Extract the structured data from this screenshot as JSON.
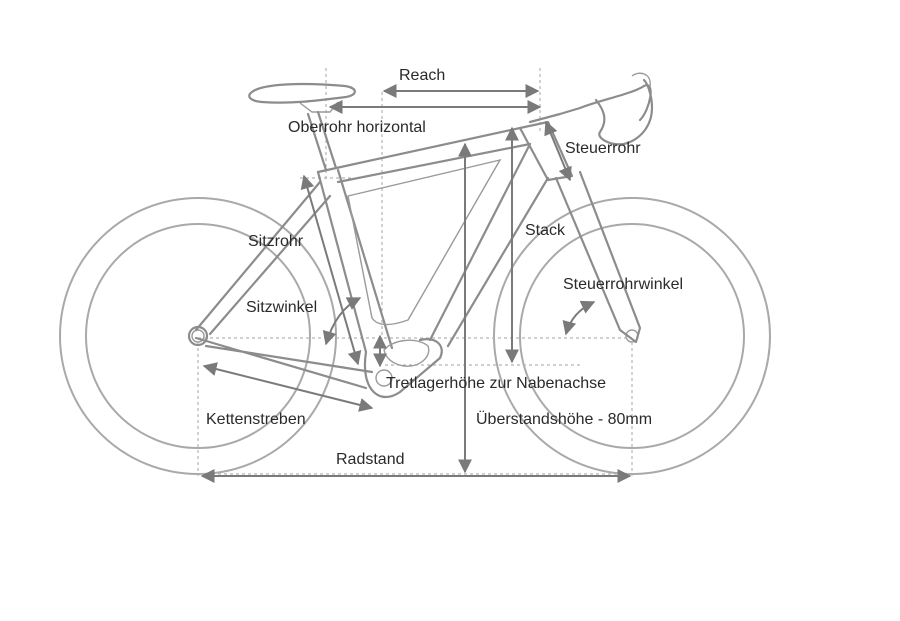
{
  "labels": {
    "reach": "Reach",
    "top_tube_horizontal": "Oberrohr horizontal",
    "head_tube": "Steuerrohr",
    "stack": "Stack",
    "seat_tube": "Sitzrohr",
    "seat_angle": "Sitzwinkel",
    "head_tube_angle": "Steuerrohrwinkel",
    "bb_height": "Tretlagerhöhe zur Nabenachse",
    "chainstays": "Kettenstreben",
    "standover": "Überstandshöhe - 80mm",
    "wheelbase": "Radstand"
  },
  "colors": {
    "frame": "#8c8c8c",
    "dimension": "#7a7a7a",
    "guide": "#b5b5b5",
    "text": "#2a2a2a"
  }
}
